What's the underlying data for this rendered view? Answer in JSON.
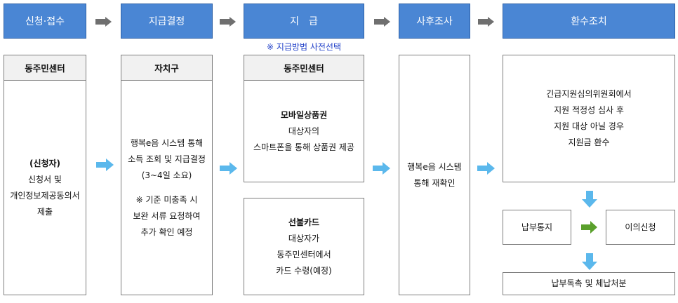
{
  "headers": [
    "신청·접수",
    "지급결정",
    "지　급",
    "사후조사",
    "환수조치"
  ],
  "note": "※ 지급방법 사전선택",
  "col1": {
    "sub": "동주민센터",
    "lines": [
      "(신청자)",
      "신청서 및",
      "개인정보제공동의서",
      "제출"
    ]
  },
  "col2": {
    "sub": "자치구",
    "lines": [
      "행복e음 시스템 통해",
      "소득 조회 및 지급결정",
      "(3~4일 소요)",
      "※ 기준 미충족 시",
      "보완 서류 요청하여",
      "추가 확인 예정"
    ]
  },
  "col3": {
    "sub": "동주민센터",
    "mobile": {
      "title": "모바일상품권",
      "lines": [
        "대상자의",
        "스마트폰을 통해 상품권 제공"
      ]
    },
    "card": {
      "title": "선불카드",
      "lines": [
        "대상자가",
        "동주민센터에서",
        "카드 수령(예정)"
      ]
    }
  },
  "col4": {
    "lines": [
      "행복e음 시스템",
      "통해 재확인"
    ]
  },
  "col5": {
    "lines": [
      "긴급지원심의위원회에서",
      "지원 적정성 심사 후",
      "지원 대상 아닐 경우",
      "지원금 환수"
    ],
    "notice": "납부통지",
    "objection": "이의신청",
    "final": "납부독촉 및 체납처분"
  },
  "colors": {
    "header": "#4a86d4",
    "arrow_gray": "#6f6f6f",
    "arrow_blue": "#5bb8ec",
    "arrow_green": "#5aa02c",
    "note": "#1f3fc8"
  }
}
